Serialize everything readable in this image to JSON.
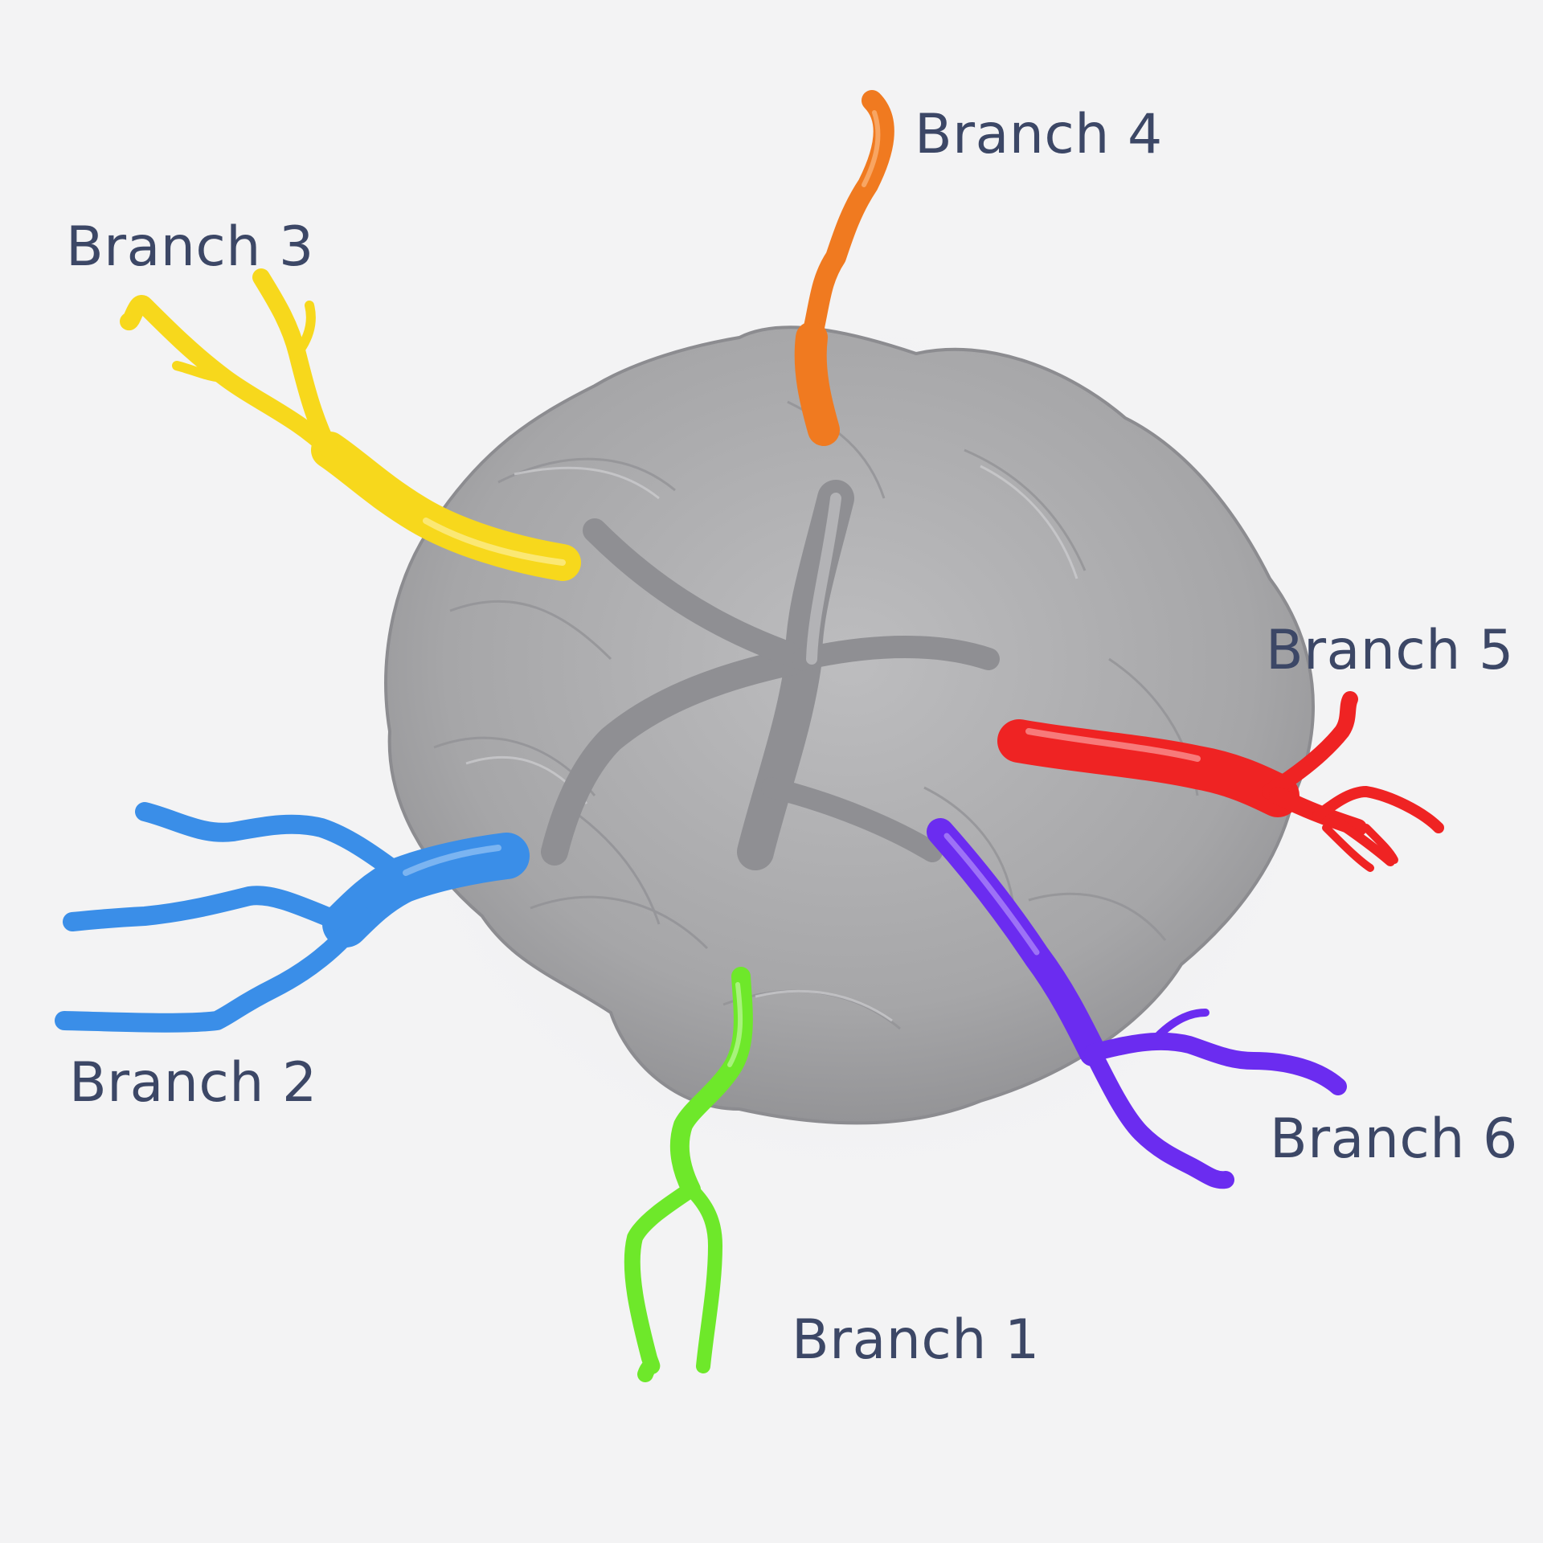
{
  "labels": {
    "branch_1": "Branch 1",
    "branch_2": "Branch 2",
    "branch_3": "Branch 3",
    "branch_4": "Branch 4",
    "branch_5": "Branch 5",
    "branch_6": "Branch 6"
  },
  "colors": {
    "background": "#f3f3f4",
    "mass": "#a9a9ab",
    "branch_1": "#6ee82a",
    "branch_2": "#3a8ee8",
    "branch_3": "#f7d81c",
    "branch_4": "#f07a20",
    "branch_5": "#ef2323",
    "branch_6": "#6b2cf0",
    "label_text": "#3c4766"
  }
}
